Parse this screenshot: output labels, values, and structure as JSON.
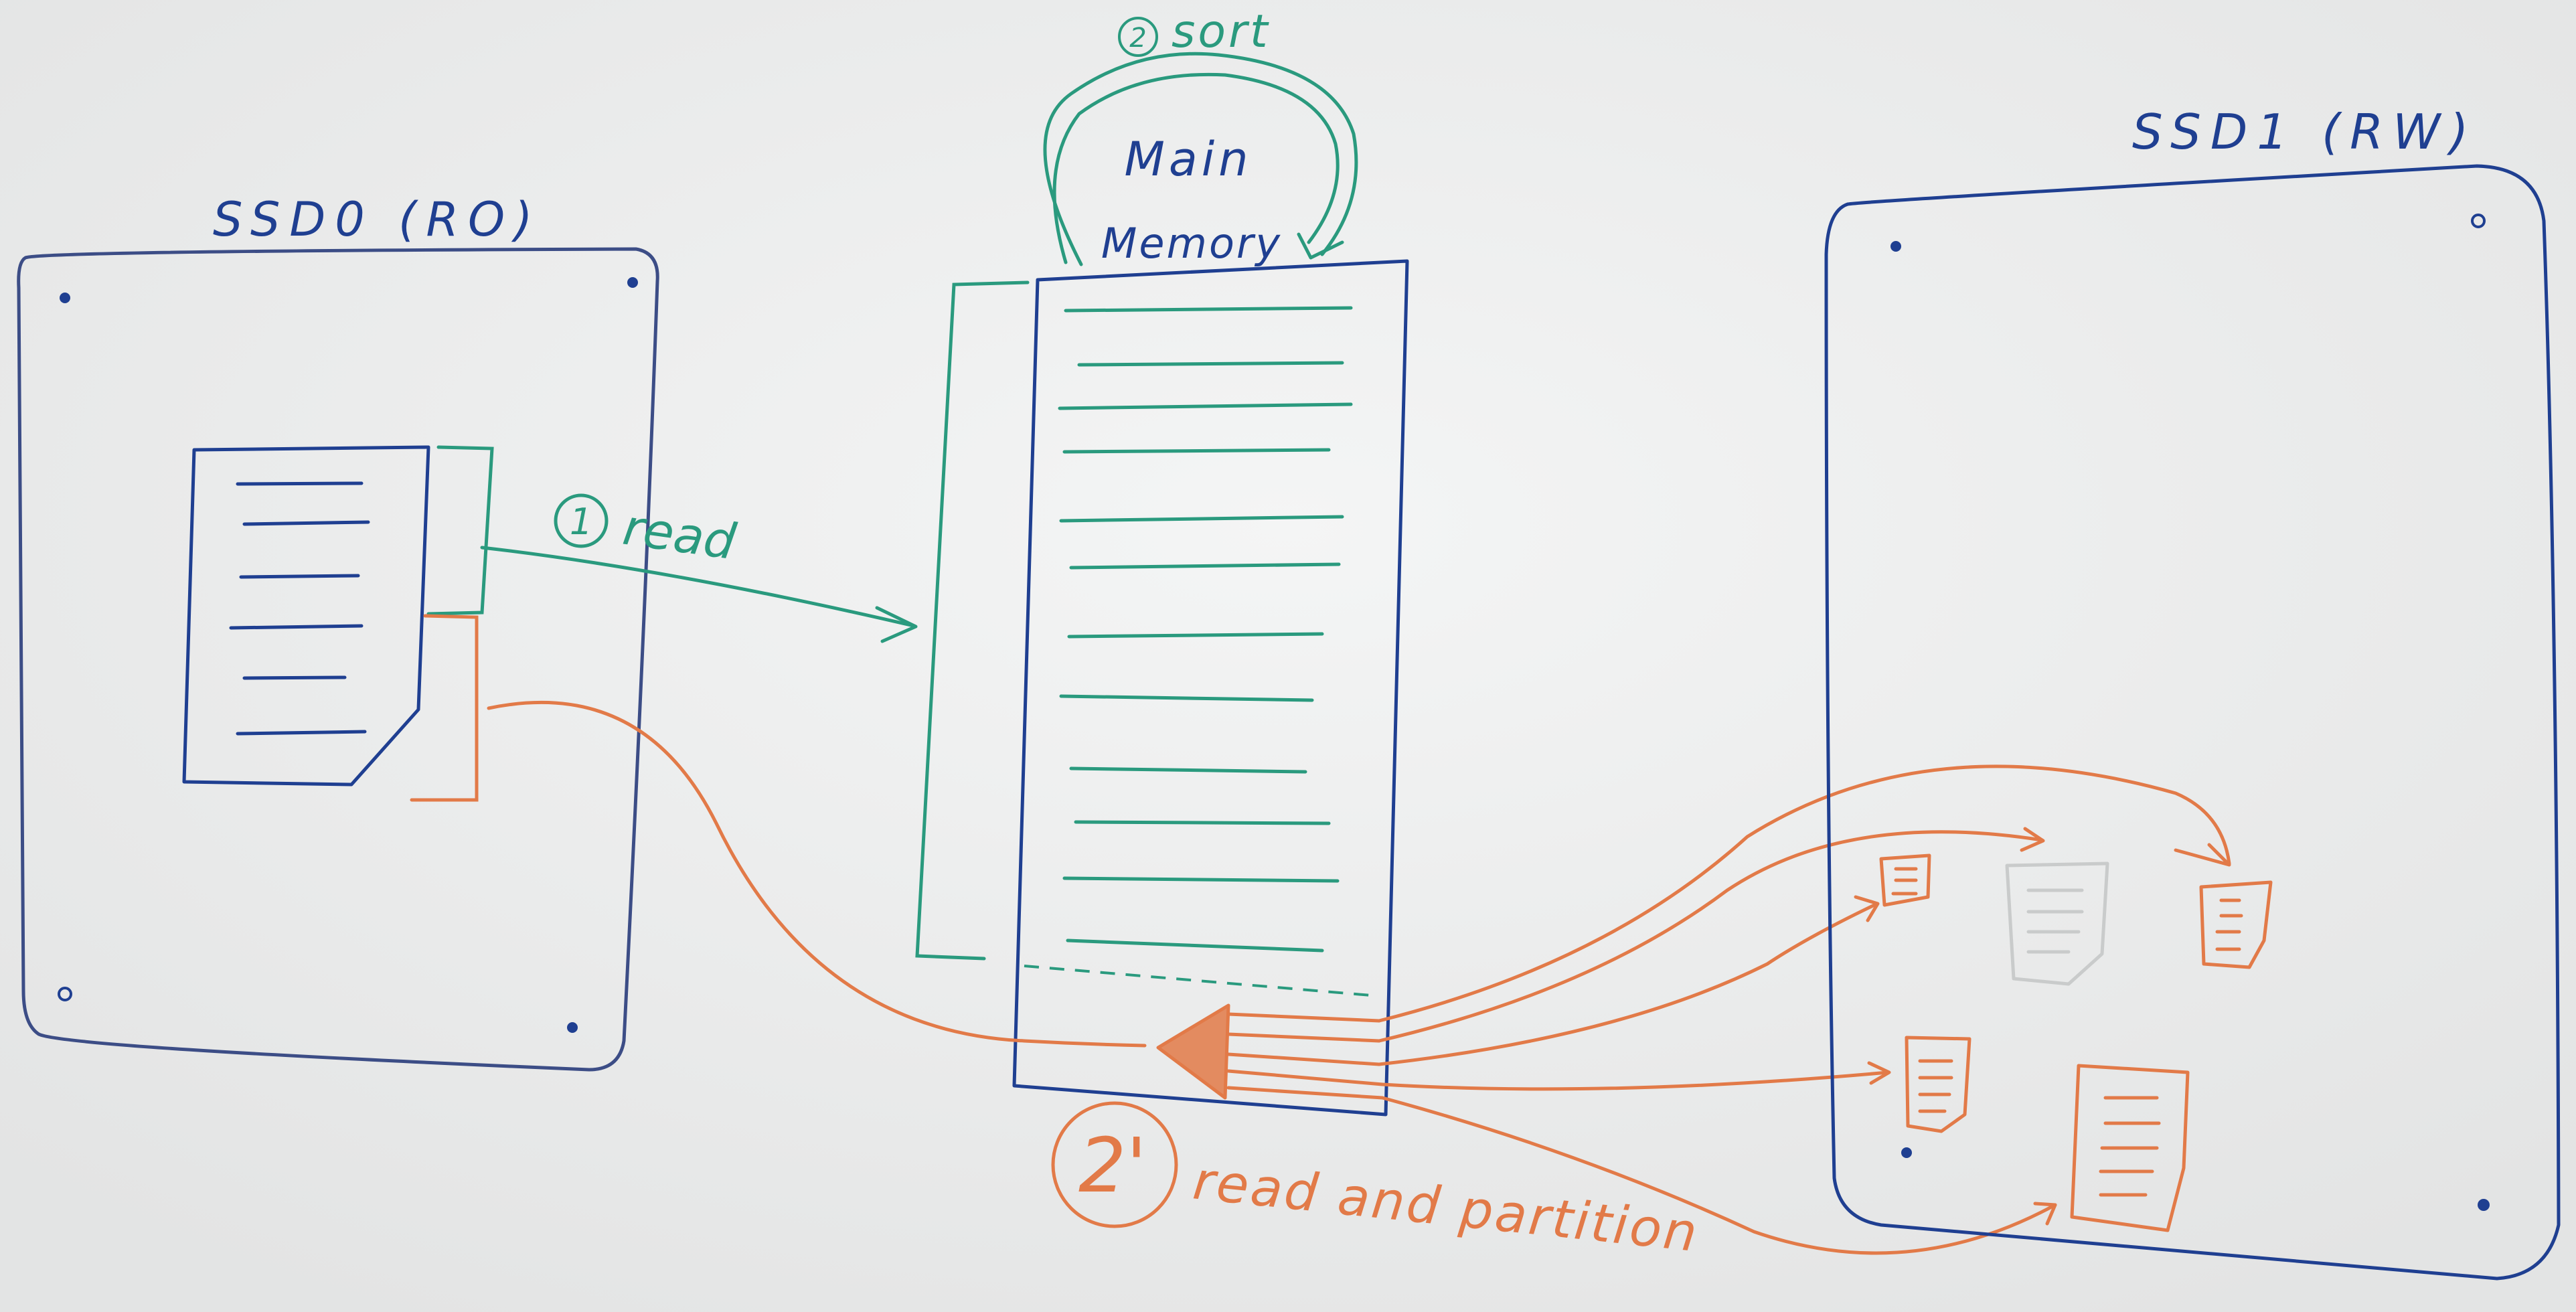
{
  "colors": {
    "board": "#e9eaea",
    "blue": "#1f3f91",
    "teal": "#2a9a7e",
    "orange": "#e27a48"
  },
  "labels": {
    "ssd0": "SSD0 (RO)",
    "ssd1": "SSD1 (RW)",
    "main_line1": "Main",
    "main_line2": "Memory",
    "step_read_num": "1",
    "step_read_text": "read",
    "step_sort_num": "2",
    "step_sort_text": "sort",
    "step_partition_num": "2'",
    "step_partition_text": "read and partition"
  }
}
